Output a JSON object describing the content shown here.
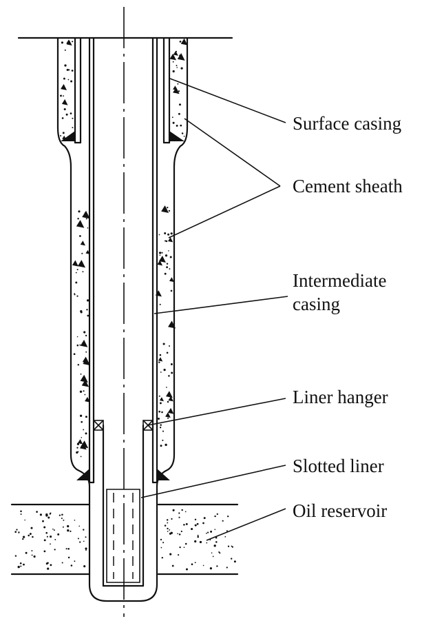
{
  "labels": {
    "surface_casing": "Surface casing",
    "cement_sheath": "Cement sheath",
    "intermediate_casing_line1": "Intermediate",
    "intermediate_casing_line2": "casing",
    "liner_hanger": "Liner hanger",
    "slotted_liner": "Slotted liner",
    "oil_reservoir": "Oil reservoir"
  },
  "colors": {
    "ink": "#111111",
    "background": "#ffffff"
  }
}
